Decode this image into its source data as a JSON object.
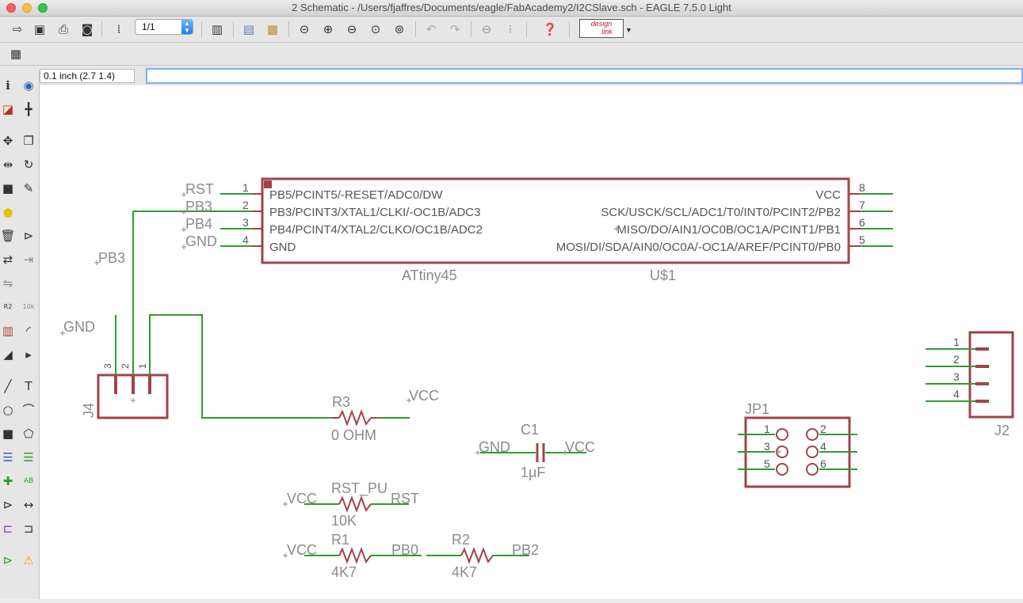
{
  "window": {
    "title": "2 Schematic - /Users/fjaffres/Documents/eagle/FabAcademy2/I2CSlave.sch - EAGLE 7.5.0 Light"
  },
  "toolbar": {
    "sheet_value": "1/1",
    "designlink_top": "design",
    "designlink_bottom": "link"
  },
  "command": {
    "coordinate": "0.1 inch (2.7 1.4)",
    "input_value": ""
  },
  "colors": {
    "part_outline": "#a0434a",
    "net": "#2e9e2e",
    "label_text": "#8a8a8a",
    "pin_text": "#555555"
  },
  "schematic": {
    "u1": {
      "name": "U$1",
      "value": "ATtiny45",
      "left_pins": [
        {
          "num": "1",
          "name": "PB5/PCINT5/-RESET/ADC0/DW",
          "net": "RST"
        },
        {
          "num": "2",
          "name": "PB3/PCINT3/XTAL1/CLKI/-OC1B/ADC3",
          "net": "PB3"
        },
        {
          "num": "3",
          "name": "PB4/PCINT4/XTAL2/CLKO/OC1B/ADC2",
          "net": "PB4"
        },
        {
          "num": "4",
          "name": "GND",
          "net": "GND"
        }
      ],
      "right_pins": [
        {
          "num": "8",
          "name": "VCC"
        },
        {
          "num": "7",
          "name": "SCK/USCK/SCL/ADC1/T0/INT0/PCINT2/PB2"
        },
        {
          "num": "6",
          "name": "MISO/DO/AIN1/OC0B/OC1A/PCINT1/PB1"
        },
        {
          "num": "5",
          "name": "MOSI/DI/SDA/AIN0/OC0A/-OC1A/AREF/PCINT0/PB0"
        }
      ]
    },
    "j4": {
      "name": "J4",
      "pins": [
        "3",
        "2",
        "1"
      ],
      "label_pb3": "PB3",
      "label_gnd": "GND"
    },
    "r3": {
      "name": "R3",
      "value": "0 OHM",
      "net": "VCC"
    },
    "c1": {
      "name": "C1",
      "value": "1µF",
      "net_left": "GND",
      "net_right": "VCC"
    },
    "jp1": {
      "name": "JP1",
      "pins": [
        "1",
        "2",
        "3",
        "4",
        "5",
        "6"
      ]
    },
    "j2": {
      "name": "J2",
      "pins": [
        "1",
        "2",
        "3",
        "4"
      ]
    },
    "rst_pu": {
      "name": "RST_PU",
      "value": "10K",
      "net_left": "VCC",
      "net_right": "RST"
    },
    "r1": {
      "name": "R1",
      "value": "4K7",
      "net_left": "VCC",
      "net_right": "PB0"
    },
    "r2": {
      "name": "R2",
      "value": "4K7",
      "net_right": "PB2"
    }
  }
}
